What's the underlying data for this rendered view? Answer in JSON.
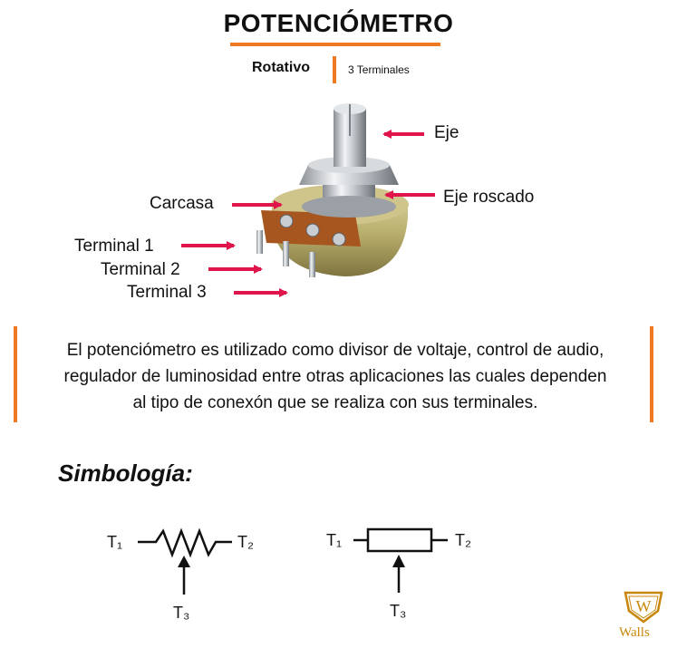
{
  "header": {
    "title": "POTENCIÓMETRO",
    "subtitle_left": "Rotativo",
    "subtitle_right": "3 Terminales"
  },
  "parts": {
    "eje": "Eje",
    "eje_roscado": "Eje roscado",
    "carcasa": "Carcasa",
    "terminal_1": "Terminal 1",
    "terminal_2": "Terminal 2",
    "terminal_3": "Terminal 3"
  },
  "description": {
    "line1": "El potenciómetro es utilizado como divisor de voltaje, control de audio,",
    "line2": "regulador de luminosidad entre otras aplicaciones las cuales dependen",
    "line3": "al tipo de conexón que se realiza con sus terminales."
  },
  "symbology": {
    "heading": "Simbología:",
    "t1": "T₁",
    "t2": "T₂",
    "t3": "T₃"
  },
  "logo": {
    "letter": "W",
    "name": "Walls"
  },
  "colors": {
    "accent_orange": "#ee7a22",
    "arrow_red": "#e0154b",
    "logo_gold": "#c8860a"
  }
}
